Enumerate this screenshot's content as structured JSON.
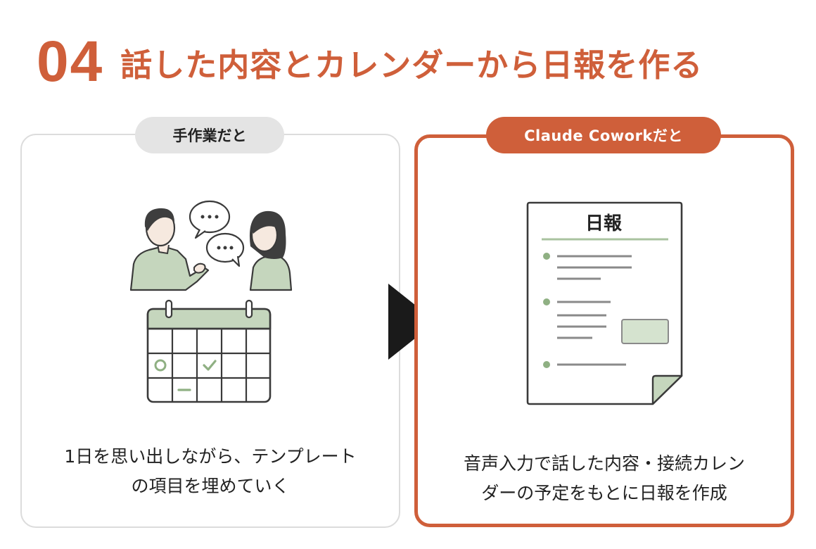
{
  "header": {
    "number": "04",
    "title": "話した内容とカレンダーから日報を作る"
  },
  "left_panel": {
    "label": "手作業だと",
    "caption_line1": "1日を思い出しながら、テンプレート",
    "caption_line2": "の項目を埋めていく",
    "icons": [
      "conversation-icon",
      "calendar-icon"
    ]
  },
  "right_panel": {
    "label": "Claude Coworkだと",
    "document_title": "日報",
    "caption_line1": "音声入力で話した内容・接続カレン",
    "caption_line2": "ダーの予定をもとに日報を作成",
    "icons": [
      "report-document-icon"
    ]
  },
  "colors": {
    "accent": "#cf5f3a",
    "sage": "#a9c3a0",
    "sage_light": "#d5e3cf",
    "pill_gray": "#e4e4e4",
    "arrow": "#1a1a1a"
  }
}
